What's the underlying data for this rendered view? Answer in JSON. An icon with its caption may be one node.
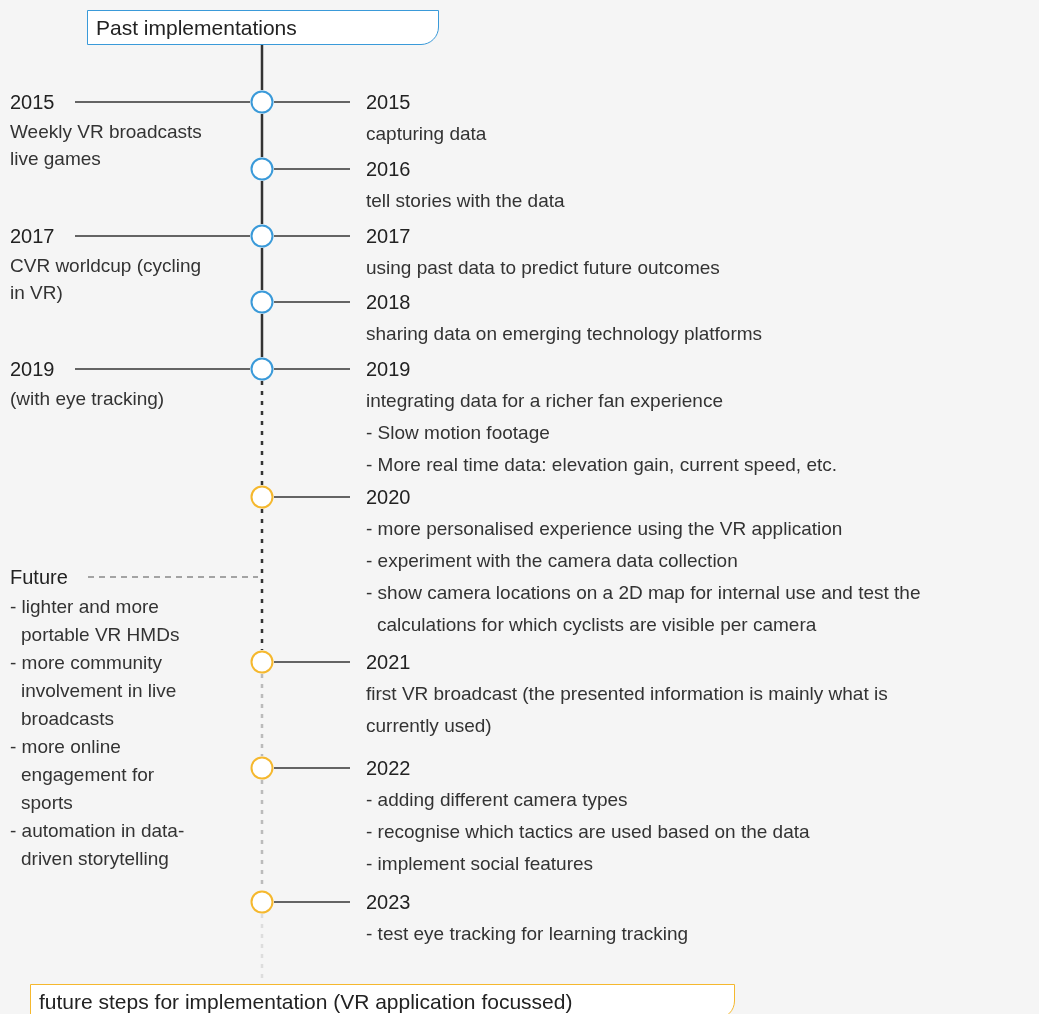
{
  "diagram": {
    "nodes": [
      {
        "text": [
          "Past implementations"
        ]
      },
      {
        "text": [
          "2015",
          "Weekly VR broadcasts live games"
        ]
      },
      {
        "text": [],
        "shape": "circle"
      },
      {
        "text": [
          "2015",
          "capturing data"
        ]
      },
      {
        "text": [],
        "shape": "circle"
      },
      {
        "text": [
          "2016",
          "tell stories with the data"
        ]
      },
      {
        "text": [
          "2017",
          "CVR worldcup (cycling in VR)"
        ]
      },
      {
        "text": [],
        "shape": "circle"
      },
      {
        "text": [
          "2017",
          "using past data to predict future outcomes"
        ]
      },
      {
        "text": [],
        "shape": "circle"
      },
      {
        "text": [
          "2018",
          "sharing data on emerging technology platforms"
        ]
      },
      {
        "text": [
          "2019",
          "(with eye tracking)"
        ]
      },
      {
        "text": [],
        "shape": "circle"
      },
      {
        "text": [
          "2019",
          "integrating data for a richer fan experience",
          "- Slow motion footage",
          "- More real time data: elevation gain, current speed, etc."
        ]
      },
      {
        "text": [],
        "shape": "circle"
      },
      {
        "text": [
          "2020",
          "- more personalised experience using the VR application",
          "- experiment with the camera data collection",
          "- show camera locations on a 2D map for internal use and test the calculations for which cyclists are visible per camera"
        ]
      },
      {
        "text": [
          "Future",
          "- lighter and more portable VR HMDs",
          "- more community involvement in live broadcasts",
          "- more online engagement for sports",
          "- automation in data-driven storytelling"
        ]
      },
      {
        "text": [],
        "shape": "circle"
      },
      {
        "text": [
          "2021",
          "first VR broadcast (the presented information is mainly what is currently used)"
        ]
      },
      {
        "text": [],
        "shape": "circle"
      },
      {
        "text": [
          "2022",
          "- adding different camera types",
          "- recognise which tactics are used based on the data",
          "- implement social features"
        ]
      },
      {
        "text": [],
        "shape": "circle"
      },
      {
        "text": [
          "2023",
          "- test eye tracking for learning tracking"
        ]
      },
      {
        "text": [
          "future steps for implementation (VR application focussed)"
        ]
      }
    ],
    "edges": [
      {
        "from": 0,
        "to": 2,
        "arrow": "none"
      },
      {
        "from": 1,
        "to": 2,
        "arrow": "none"
      },
      {
        "from": 2,
        "to": 3,
        "arrow": "none"
      },
      {
        "from": 2,
        "to": 4,
        "arrow": "none"
      },
      {
        "from": 4,
        "to": 5,
        "arrow": "none"
      },
      {
        "from": 4,
        "to": 7,
        "arrow": "none"
      },
      {
        "from": 6,
        "to": 7,
        "arrow": "none"
      },
      {
        "from": 7,
        "to": 8,
        "arrow": "none"
      },
      {
        "from": 7,
        "to": 9,
        "arrow": "none"
      },
      {
        "from": 9,
        "to": 10,
        "arrow": "none"
      },
      {
        "from": 9,
        "to": 12,
        "arrow": "none"
      },
      {
        "from": 11,
        "to": 12,
        "arrow": "none"
      },
      {
        "from": 12,
        "to": 13,
        "arrow": "none"
      },
      {
        "from": 12,
        "to": 14,
        "arrow": "none",
        "style": "dashed"
      },
      {
        "from": 14,
        "to": 15,
        "arrow": "none"
      },
      {
        "from": 14,
        "to": 17,
        "arrow": "none",
        "style": "dashed"
      },
      {
        "from": 16,
        "to": null,
        "arrow": "none",
        "style": "dashed",
        "color": "#888888"
      },
      {
        "from": 17,
        "to": 18,
        "arrow": "none"
      },
      {
        "from": 17,
        "to": 19,
        "arrow": "none",
        "style": "dashed",
        "color": "#bbbbbb"
      },
      {
        "from": 19,
        "to": 20,
        "arrow": "none"
      },
      {
        "from": 19,
        "to": 21,
        "arrow": "none",
        "style": "dashed",
        "color": "#bbbbbb"
      },
      {
        "from": 21,
        "to": 22,
        "arrow": "none"
      },
      {
        "from": 21,
        "to": 23,
        "arrow": "none",
        "style": "dashed",
        "color": "#dddddd"
      }
    ]
  }
}
